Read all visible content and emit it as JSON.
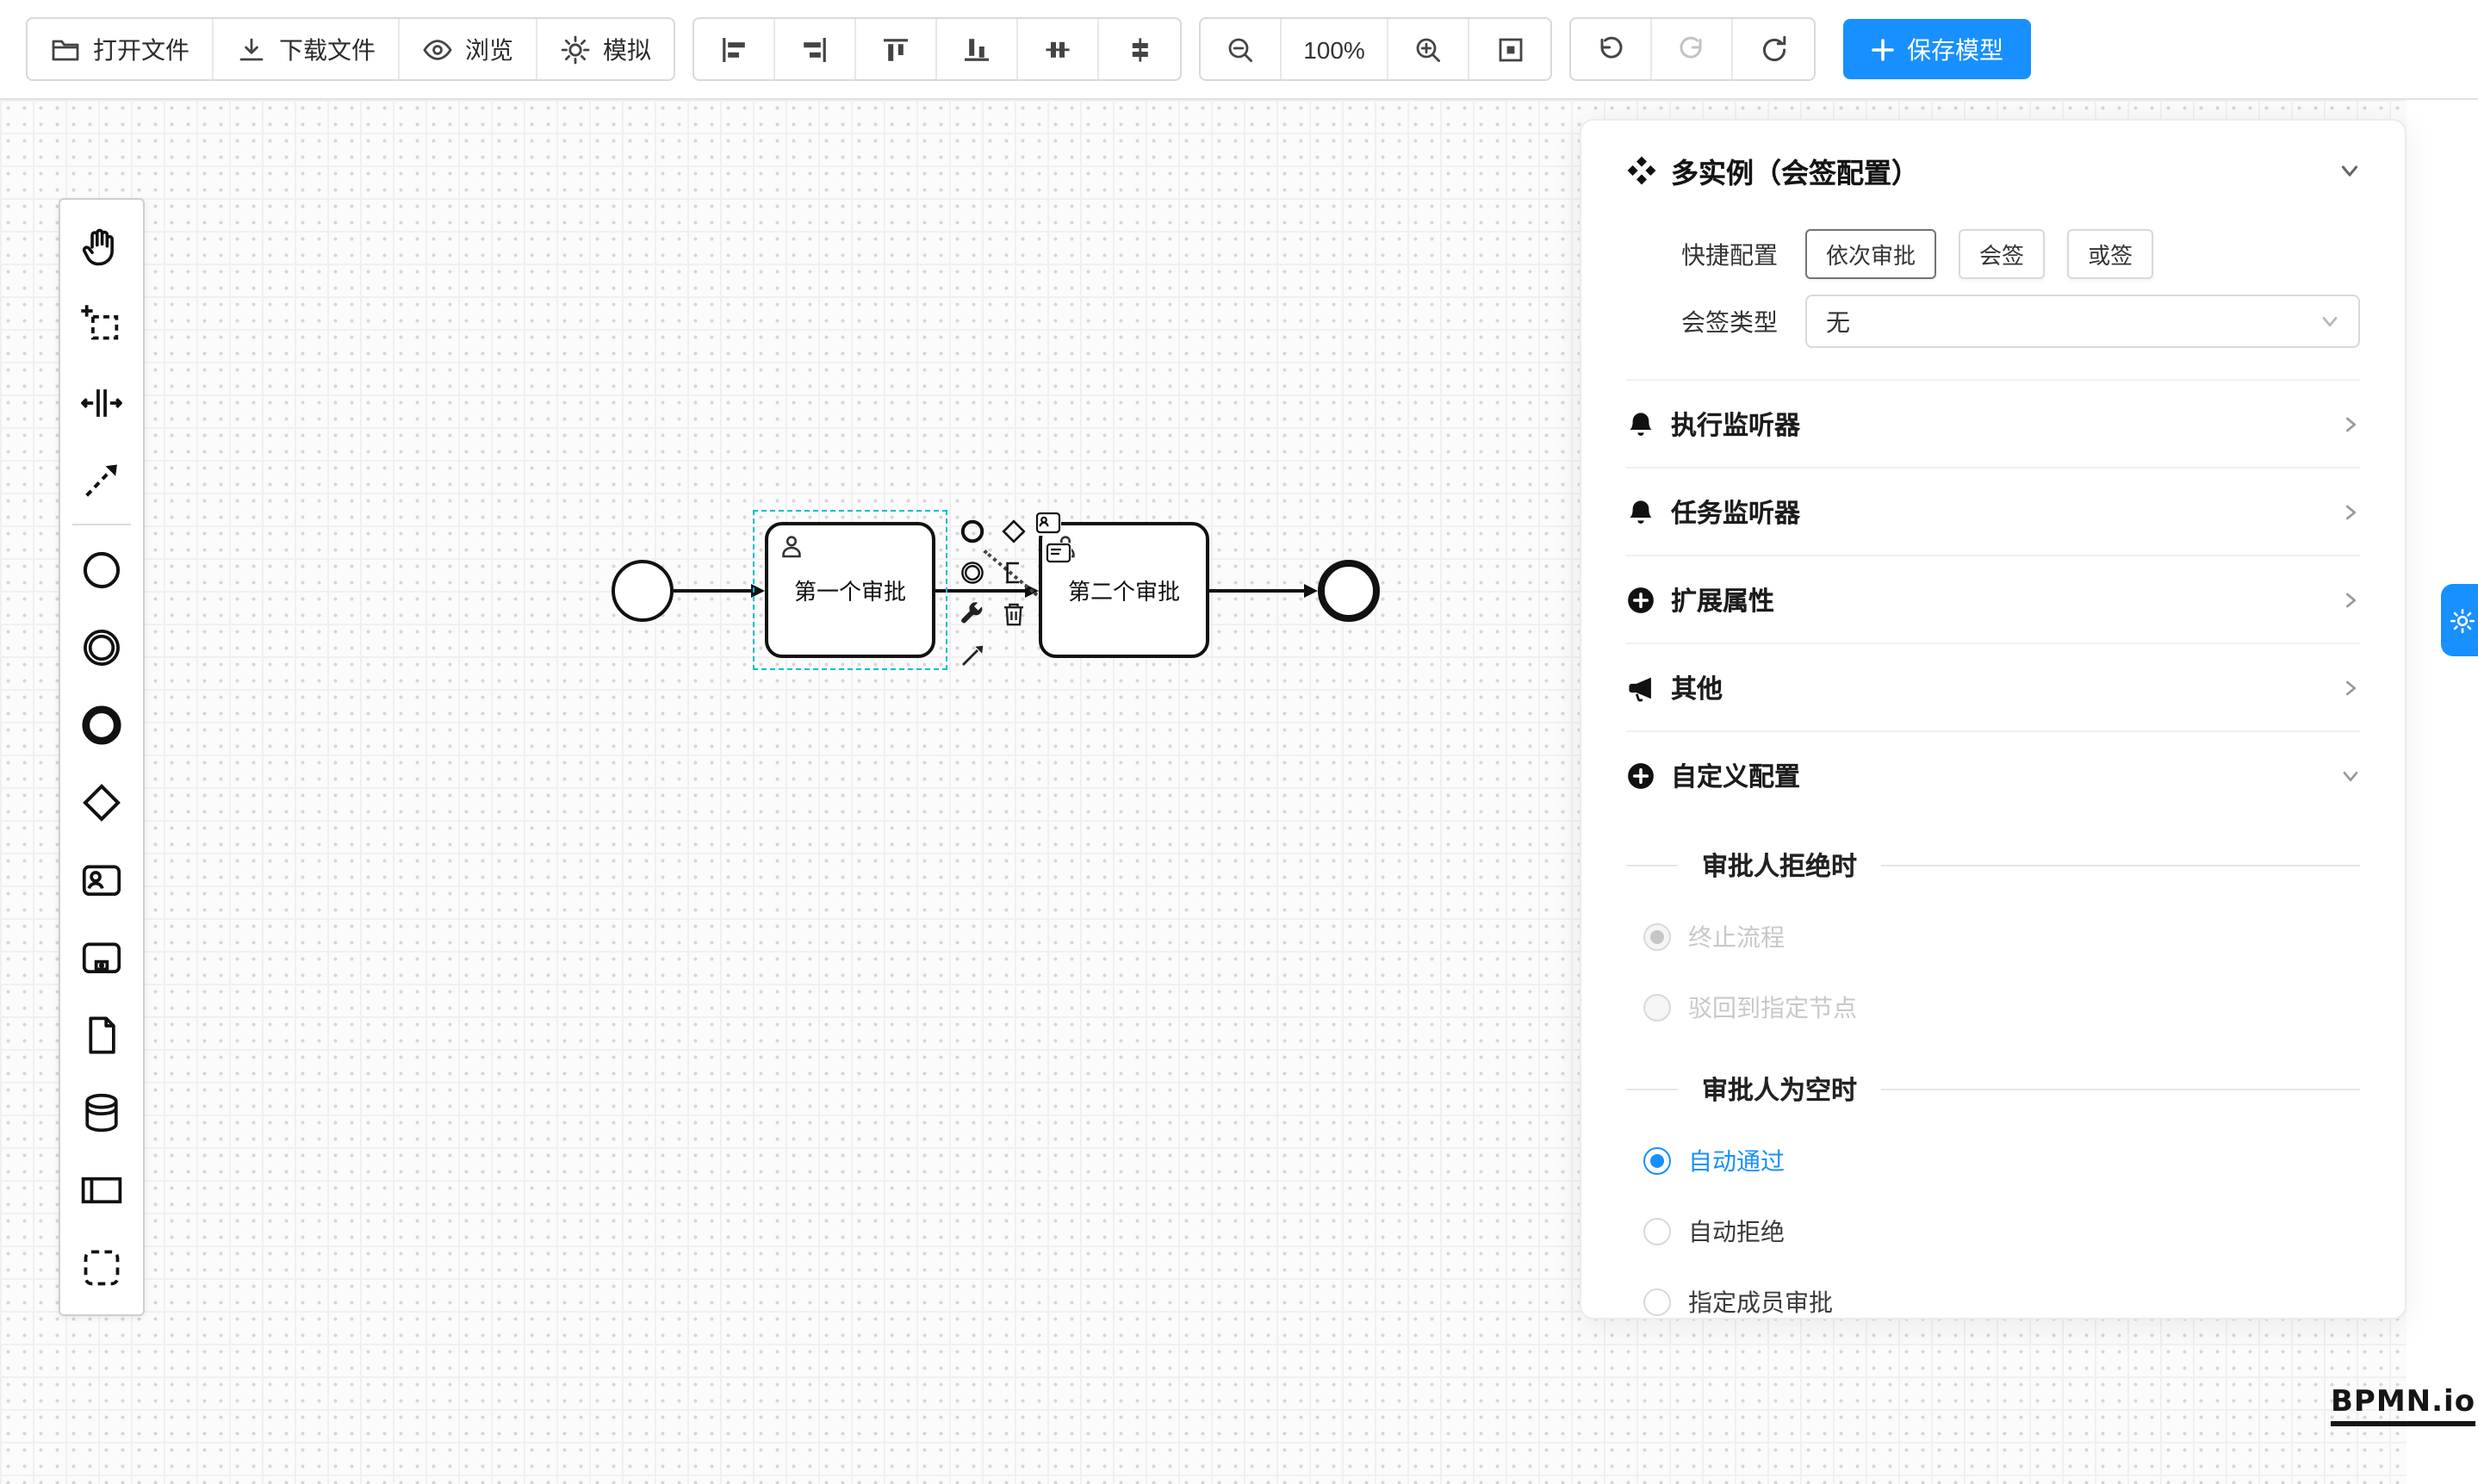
{
  "colors": {
    "accent": "#1890ff",
    "selection": "#00bcd4",
    "toolbar_border": "#e2e2e2"
  },
  "toolbar": {
    "buttons": [
      {
        "label": "打开文件",
        "icon": "folder-open-icon"
      },
      {
        "label": "下载文件",
        "icon": "download-icon"
      },
      {
        "label": "浏览",
        "icon": "eye-icon"
      },
      {
        "label": "模拟",
        "icon": "simulate-icon"
      }
    ],
    "align_icons": [
      "align-left-icon",
      "align-right-icon",
      "align-top-icon",
      "align-bottom-icon",
      "distribute-horizontal-icon",
      "distribute-vertical-icon"
    ],
    "zoom": {
      "out_icon": "zoom-out-icon",
      "level": "100%",
      "in_icon": "zoom-in-icon",
      "fit_icon": "fit-viewport-icon"
    },
    "history_icons": [
      "undo-icon",
      "redo-icon",
      "reset-icon"
    ],
    "save_button": {
      "label": "保存模型",
      "icon": "plus-icon"
    }
  },
  "palette": {
    "tools": [
      "hand-tool-icon",
      "lasso-tool-icon",
      "space-tool-icon",
      "global-connect-icon"
    ],
    "elements": [
      "start-event-icon",
      "intermediate-event-icon",
      "end-event-icon",
      "gateway-icon",
      "user-task-icon",
      "subprocess-icon",
      "data-object-icon",
      "data-store-icon",
      "participant-icon",
      "group-icon"
    ]
  },
  "diagram": {
    "task1_label": "第一个审批",
    "task2_label": "第二个审批",
    "context_pad_icons": [
      "append-end-event-icon",
      "append-gateway-icon",
      "append-intermediate-event-icon",
      "text-annotation-icon",
      "wrench-icon",
      "trash-icon",
      "connect-icon",
      "append-user-task-icon",
      "append-screen-task-icon"
    ]
  },
  "panel": {
    "title": "多实例（会签配置）",
    "quick_config": {
      "label": "快捷配置",
      "options": [
        {
          "label": "依次审批",
          "selected": true
        },
        {
          "label": "会签",
          "selected": false
        },
        {
          "label": "或签",
          "selected": false
        }
      ]
    },
    "sign_type": {
      "label": "会签类型",
      "value": "无"
    },
    "sections": [
      {
        "label": "执行监听器",
        "icon": "bell-icon"
      },
      {
        "label": "任务监听器",
        "icon": "bell-icon"
      },
      {
        "label": "扩展属性",
        "icon": "plus-circle-icon"
      },
      {
        "label": "其他",
        "icon": "megaphone-icon"
      },
      {
        "label": "自定义配置",
        "icon": "plus-circle-icon"
      }
    ],
    "reject_group": {
      "title": "审批人拒绝时",
      "options": [
        {
          "label": "终止流程",
          "state": "selected-disabled"
        },
        {
          "label": "驳回到指定节点",
          "state": "disabled"
        }
      ]
    },
    "empty_group": {
      "title": "审批人为空时",
      "options": [
        {
          "label": "自动通过",
          "state": "selected"
        },
        {
          "label": "自动拒绝",
          "state": "normal"
        },
        {
          "label": "指定成员审批",
          "state": "normal"
        }
      ]
    }
  },
  "logo": "BPMN.io"
}
